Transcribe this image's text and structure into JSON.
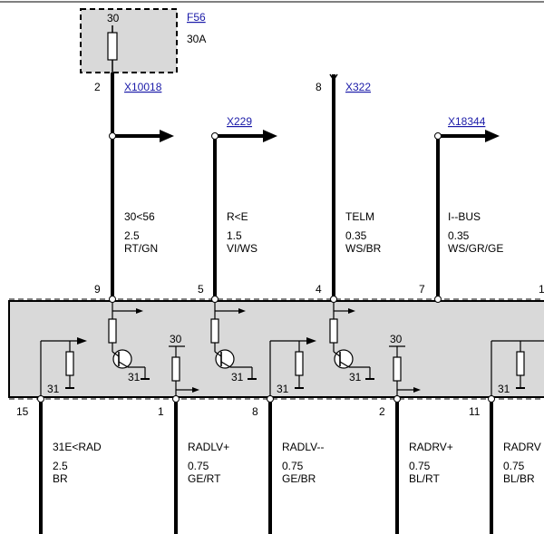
{
  "fuse": {
    "pin": "30",
    "name": "F56",
    "rating": "30A",
    "out_pin": "2",
    "connector": "X10018"
  },
  "top_connectors": {
    "x229": "X229",
    "x322_pin": "8",
    "x322": "X322",
    "x18344": "X18344"
  },
  "top_wires": [
    {
      "signal": "30<56",
      "size": "2.5",
      "color": "RT/GN",
      "pin": "9"
    },
    {
      "signal": "R<E",
      "size": "1.5",
      "color": "VI/WS",
      "pin": "5"
    },
    {
      "signal": "TELM",
      "size": "0.35",
      "color": "WS/BR",
      "pin": "4"
    },
    {
      "signal": "I--BUS",
      "size": "0.35",
      "color": "WS/GR/GE",
      "pin": "7"
    }
  ],
  "top_right_pin": "1",
  "module_labels": {
    "r1_ground": "31",
    "q1_ground": "31",
    "r2_supply": "30",
    "q2_ground": "31",
    "r3_ground": "31",
    "q3_ground": "31",
    "r4_supply": "30",
    "r5_ground": "31"
  },
  "bottom_wires": [
    {
      "pin": "15",
      "signal": "31E<RAD",
      "size": "2.5",
      "color": "BR"
    },
    {
      "pin": "1",
      "signal": "RADLV+",
      "size": "0.75",
      "color": "GE/RT"
    },
    {
      "pin": "8",
      "signal": "RADLV--",
      "size": "0.75",
      "color": "GE/BR"
    },
    {
      "pin": "2",
      "signal": "RADRV+",
      "size": "0.75",
      "color": "BL/RT"
    },
    {
      "pin": "11",
      "signal": "RADRV",
      "size": "0.75",
      "color": "BL/BR"
    }
  ]
}
